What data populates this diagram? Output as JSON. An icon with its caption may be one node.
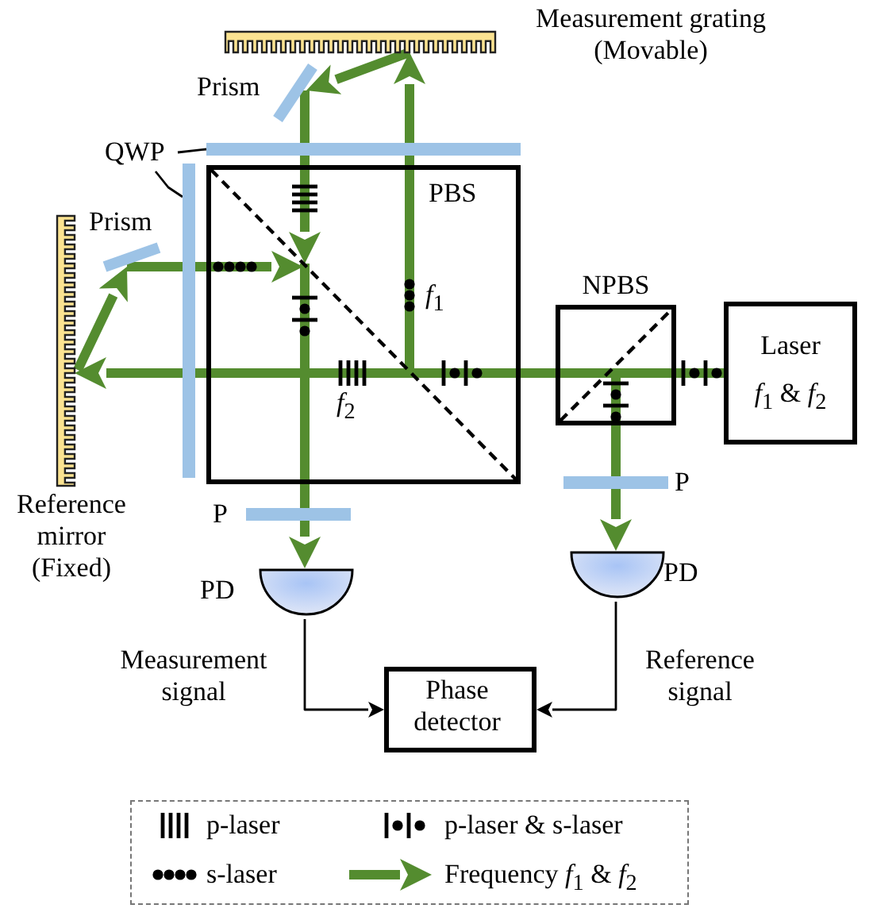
{
  "diagram": {
    "nodes": [
      {
        "text": [
          "Measurement grating (Movable)"
        ]
      },
      {
        "text": [
          "Prism"
        ]
      },
      {
        "text": [
          "QWP"
        ]
      },
      {
        "text": [
          "PBS"
        ]
      },
      {
        "text": [
          "Prism"
        ]
      },
      {
        "text": [
          "Reference mirror (Fixed)"
        ]
      },
      {
        "text": [
          "NPBS"
        ]
      },
      {
        "text": [
          "Laser",
          "*f*$_{1}$ & *f*$_{2}$"
        ]
      },
      {
        "text": [
          "P"
        ]
      },
      {
        "text": [
          "P"
        ]
      },
      {
        "text": [
          "PD"
        ]
      },
      {
        "text": [
          "PD"
        ]
      },
      {
        "text": [
          "Phase detector"
        ]
      },
      {
        "text": [],
        "shape": "bar"
      },
      {
        "text": [],
        "shape": "bar"
      }
    ],
    "edges": [
      {
        "from": 7,
        "to": 6,
        "arrow": "none"
      },
      {
        "from": 6,
        "to": 3,
        "arrow": "none"
      },
      {
        "from": 3,
        "to": 5,
        "arrow": "to"
      },
      {
        "from": 5,
        "to": 4,
        "arrow": "to"
      },
      {
        "from": 4,
        "to": 3,
        "arrow": "to"
      },
      {
        "from": 3,
        "to": 0,
        "arrow": "to"
      },
      {
        "from": 0,
        "to": 1,
        "arrow": "to"
      },
      {
        "from": 1,
        "to": 3,
        "arrow": "to"
      },
      {
        "from": 3,
        "to": 8,
        "arrow": "none"
      },
      {
        "from": 8,
        "to": 10,
        "arrow": "to"
      },
      {
        "from": 6,
        "to": 9,
        "arrow": "none"
      },
      {
        "from": 9,
        "to": 11,
        "arrow": "to"
      },
      {
        "from": 10,
        "to": 12,
        "arrow": "to",
        "label": "Measurement signal",
        "color": "#000000"
      },
      {
        "from": 11,
        "to": 12,
        "arrow": "to",
        "label": "Reference signal",
        "color": "#000000"
      },
      {
        "from": 2,
        "to": 13,
        "arrow": "none",
        "color": "#000000"
      },
      {
        "from": 2,
        "to": 14,
        "arrow": "none",
        "color": "#000000"
      }
    ],
    "labels": [
      "*f*$_{1}$",
      "*f*$_{2}$"
    ],
    "legend": [
      {
        "text": "p-laser"
      },
      {
        "text": "p-laser & s-laser"
      },
      {
        "text": "s-laser"
      },
      {
        "text": "Frequency *f*$_{1}$ & *f*$_{2}$"
      }
    ]
  }
}
